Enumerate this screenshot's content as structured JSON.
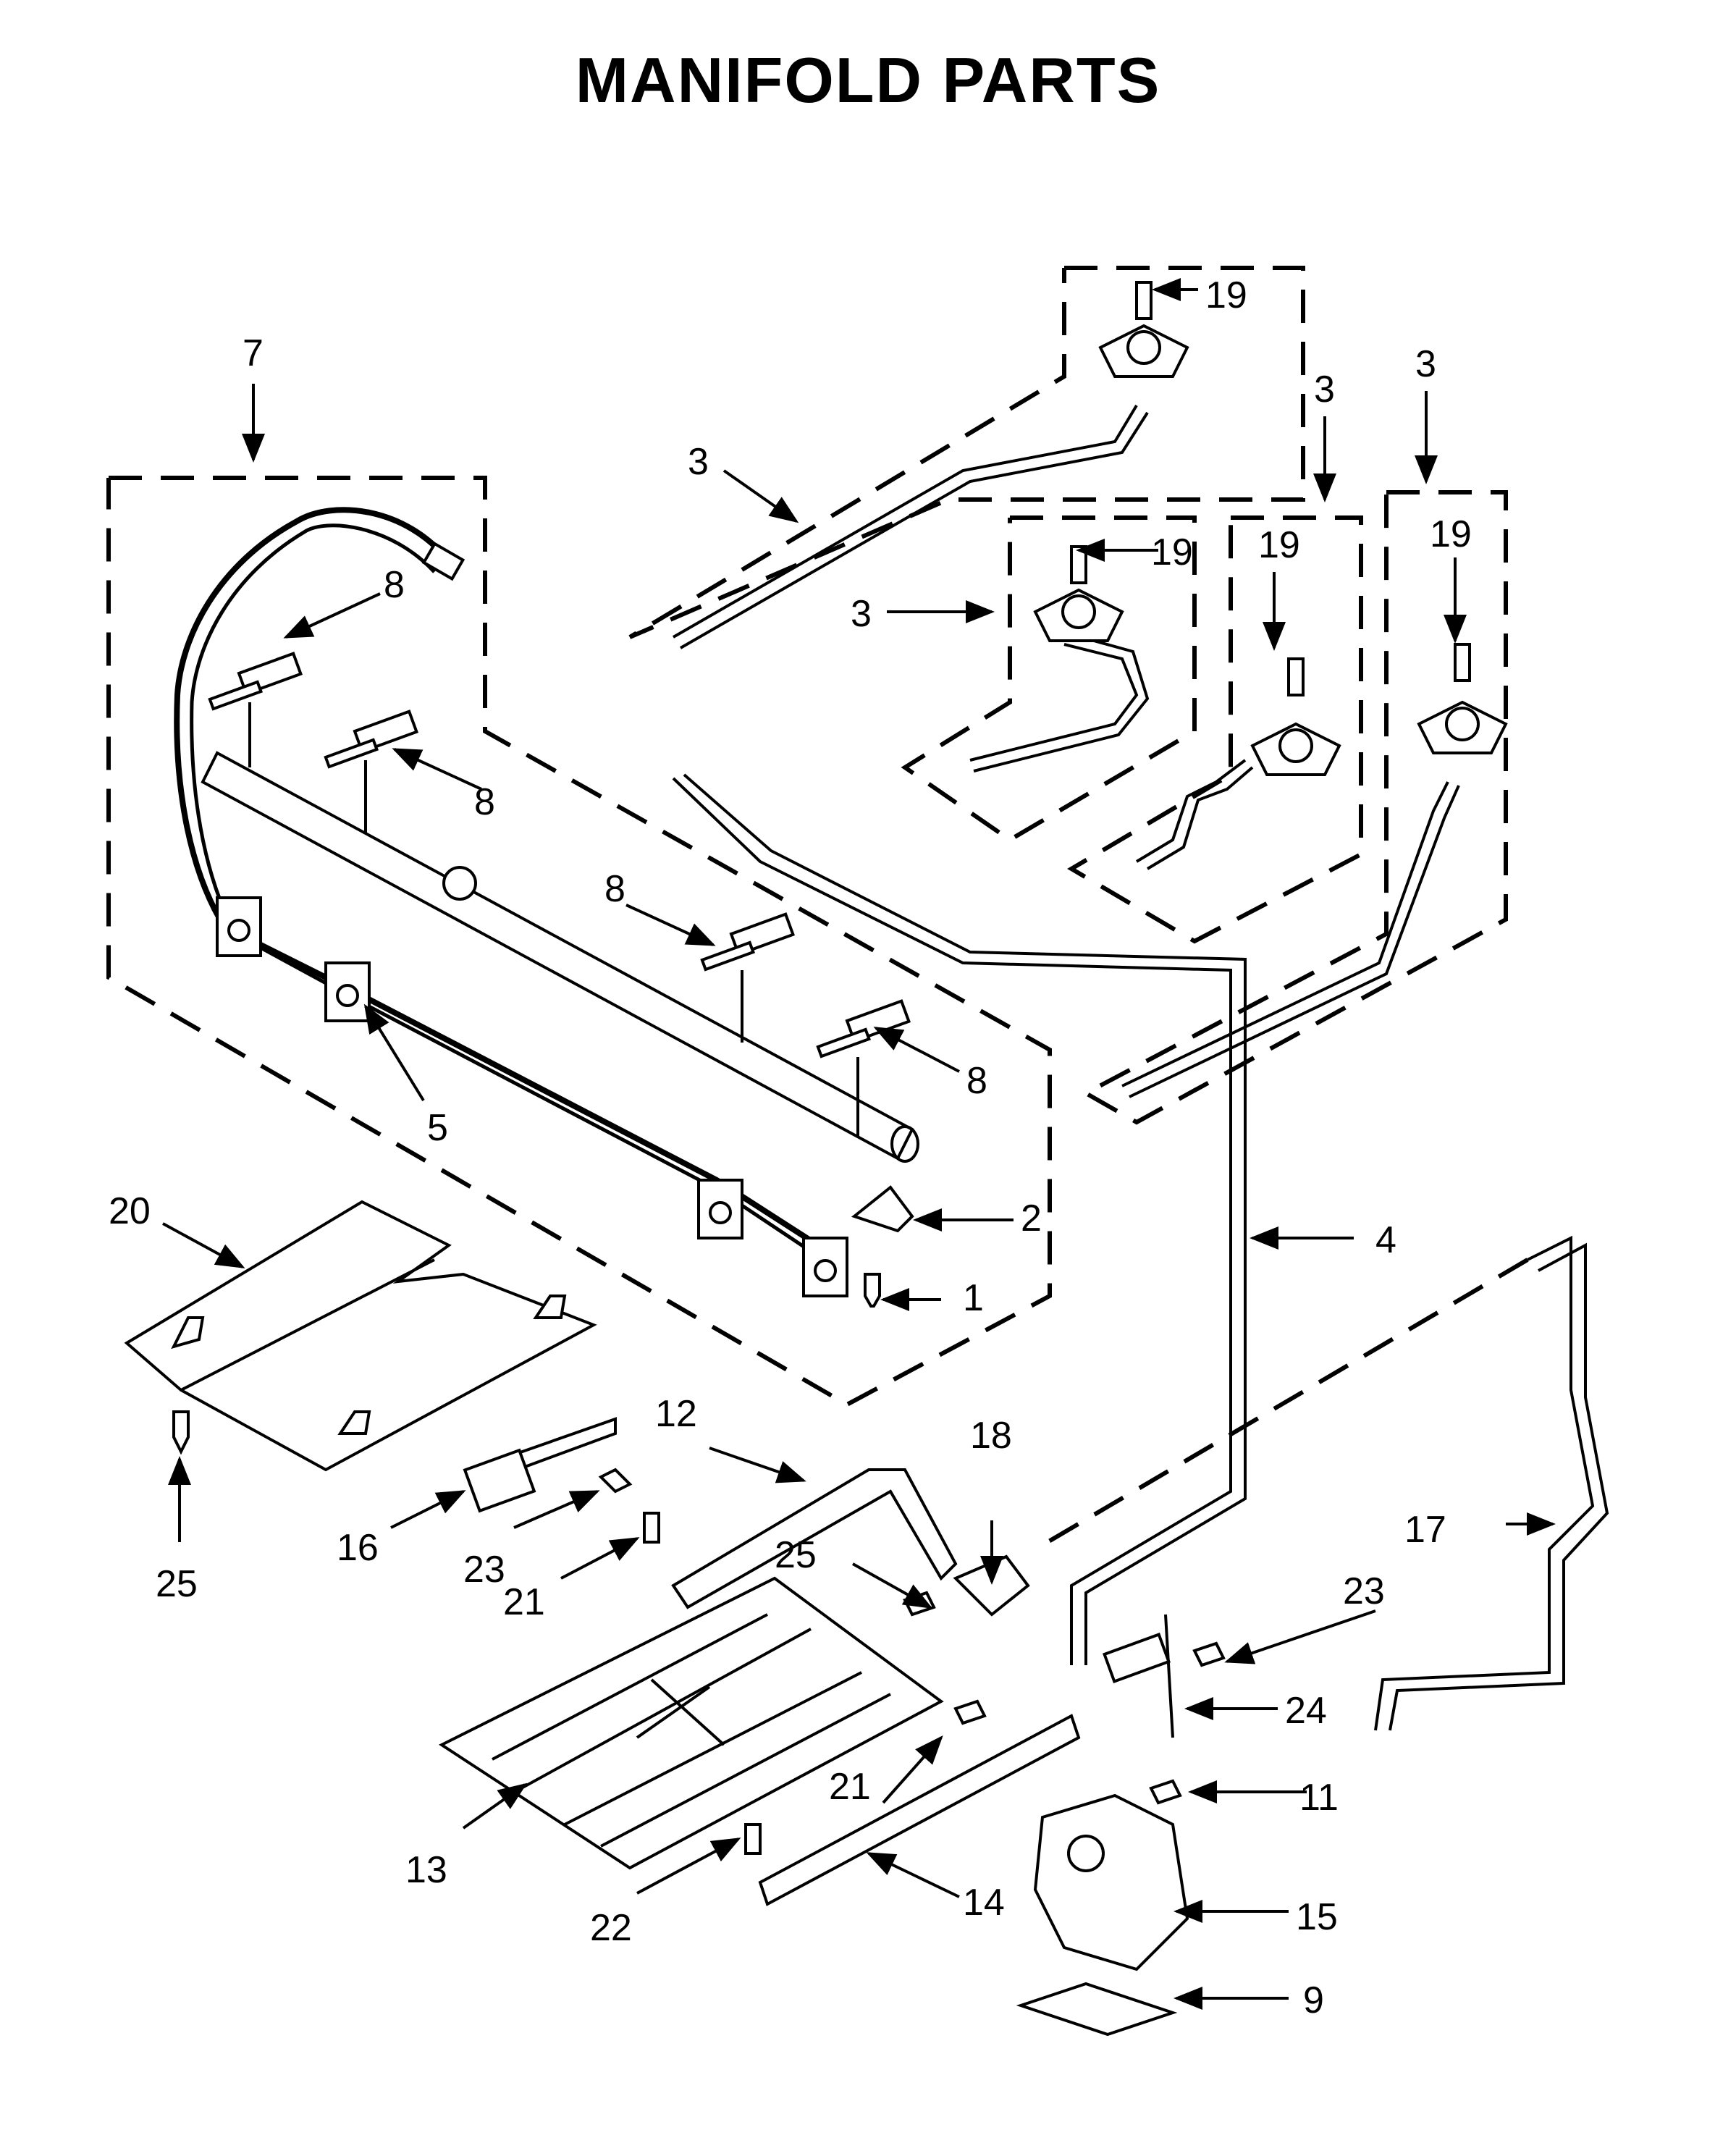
{
  "title": "MANIFOLD PARTS",
  "callouts": [
    {
      "id": "c1",
      "label": "1"
    },
    {
      "id": "c2",
      "label": "2"
    },
    {
      "id": "c3a",
      "label": "3"
    },
    {
      "id": "c3b",
      "label": "3"
    },
    {
      "id": "c3c",
      "label": "3"
    },
    {
      "id": "c3d",
      "label": "3"
    },
    {
      "id": "c4",
      "label": "4"
    },
    {
      "id": "c5",
      "label": "5"
    },
    {
      "id": "c7",
      "label": "7"
    },
    {
      "id": "c8a",
      "label": "8"
    },
    {
      "id": "c8b",
      "label": "8"
    },
    {
      "id": "c8c",
      "label": "8"
    },
    {
      "id": "c8d",
      "label": "8"
    },
    {
      "id": "c9",
      "label": "9"
    },
    {
      "id": "c11",
      "label": "11"
    },
    {
      "id": "c12",
      "label": "12"
    },
    {
      "id": "c13",
      "label": "13"
    },
    {
      "id": "c14",
      "label": "14"
    },
    {
      "id": "c15",
      "label": "15"
    },
    {
      "id": "c16",
      "label": "16"
    },
    {
      "id": "c17",
      "label": "17"
    },
    {
      "id": "c18",
      "label": "18"
    },
    {
      "id": "c19a",
      "label": "19"
    },
    {
      "id": "c19b",
      "label": "19"
    },
    {
      "id": "c19c",
      "label": "19"
    },
    {
      "id": "c19d",
      "label": "19"
    },
    {
      "id": "c20",
      "label": "20"
    },
    {
      "id": "c21a",
      "label": "21"
    },
    {
      "id": "c21b",
      "label": "21"
    },
    {
      "id": "c22",
      "label": "22"
    },
    {
      "id": "c23a",
      "label": "23"
    },
    {
      "id": "c23b",
      "label": "23"
    },
    {
      "id": "c24",
      "label": "24"
    },
    {
      "id": "c25a",
      "label": "25"
    },
    {
      "id": "c25b",
      "label": "25"
    }
  ]
}
